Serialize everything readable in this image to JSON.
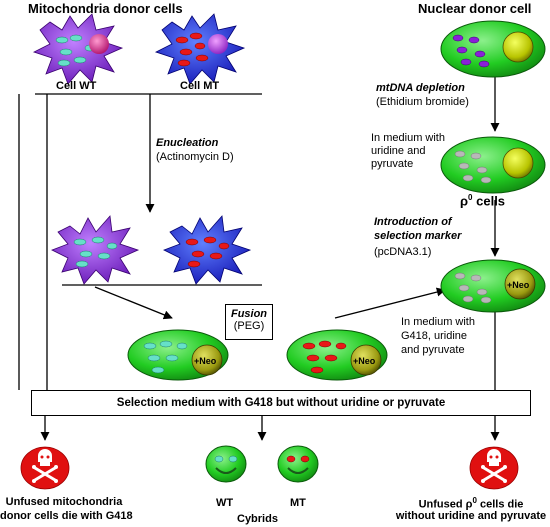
{
  "headers": {
    "mito_donor": "Mitochondria donor cells",
    "nuclear_donor": "Nuclear donor cell"
  },
  "cells": {
    "wt": "Cell WT",
    "mt": "Cell MT",
    "neo": "+Neo"
  },
  "steps": {
    "enucleation": "Enucleation",
    "enucleation_agent": "(Actinomycin D)",
    "mtdna_depletion": "mtDNA depletion",
    "mtdna_agent": "(Ethidium bromide)",
    "medium1": [
      "In medium with",
      "uridine and",
      "pyruvate"
    ],
    "rho0_symbol": "ρ",
    "rho0_sup": "0",
    "rho0_text": "cells",
    "selection_marker": [
      "Introduction of",
      "selection marker"
    ],
    "selection_agent": "(pcDNA3.1)",
    "medium2": [
      "In medium with",
      "G418, uridine",
      "and pyruvate"
    ],
    "fusion": "Fusion",
    "fusion_agent": "(PEG)"
  },
  "selection_medium": "Selection medium with G418 but without uridine or pyruvate",
  "outcomes": {
    "left": [
      "Unfused mitochondria",
      "donor cells die with G418"
    ],
    "right_pre": "Unfused ρ",
    "right_sup": "0",
    "right_post": " cells die",
    "right_line2": "without uridine and pyruvate",
    "wt": "WT",
    "mt": "MT",
    "cybrids": "Cybrids"
  },
  "colors": {
    "cell_green": "#22cc22",
    "nucleus_yellow": "#c8d400",
    "wt_cytoplast": "#8a20d8",
    "mt_cytoplast": "#2030e8",
    "wt_mito": "#66e0c8",
    "mt_mito": "#e81818",
    "skull_red": "#e01010"
  }
}
